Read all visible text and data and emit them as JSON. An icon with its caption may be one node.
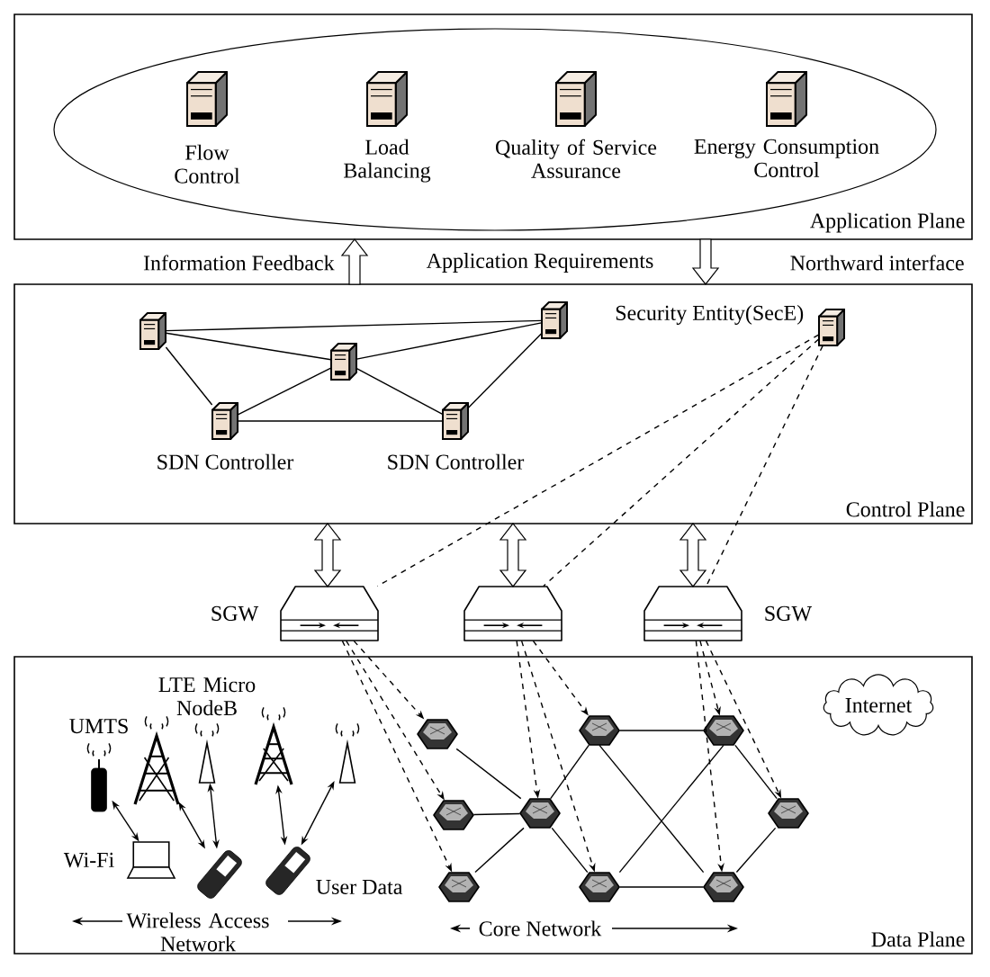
{
  "diagram": {
    "nodes": [
      {
        "text": [
          "Application Plane"
        ]
      },
      {
        "text": [],
        "shape": "ellipse",
        "in": 0
      },
      {
        "text": [
          "Flow Control"
        ],
        "in": 1
      },
      {
        "text": [
          "Load Balancing"
        ],
        "in": 1
      },
      {
        "text": [
          "Quality of Service Assurance"
        ],
        "in": 1
      },
      {
        "text": [
          "Energy Consumption Control"
        ],
        "in": 1
      },
      {
        "text": [
          "Control Plane"
        ]
      },
      {
        "text": [],
        "shape": "server",
        "in": 6
      },
      {
        "text": [],
        "shape": "server",
        "in": 6
      },
      {
        "text": [],
        "shape": "server",
        "in": 6
      },
      {
        "text": [
          "SDN Controller"
        ],
        "in": 6
      },
      {
        "text": [
          "SDN Controller"
        ],
        "in": 6
      },
      {
        "text": [
          "Security Entity(SecE)"
        ],
        "in": 6
      },
      {
        "text": [
          "SGW"
        ]
      },
      {
        "text": [],
        "shape": "gateway"
      },
      {
        "text": [
          "SGW"
        ]
      },
      {
        "text": [
          "Data Plane"
        ]
      },
      {
        "text": [
          "Internet"
        ],
        "in": 16
      },
      {
        "text": [
          "UMTS"
        ],
        "in": 16
      },
      {
        "text": [],
        "shape": "tower",
        "in": 16
      },
      {
        "text": [
          "LTE Micro NodeB"
        ],
        "in": 16
      },
      {
        "text": [],
        "shape": "tower",
        "in": 16
      },
      {
        "text": [],
        "shape": "antenna",
        "in": 16
      },
      {
        "text": [
          "Wi-Fi"
        ],
        "in": 16
      },
      {
        "text": [],
        "shape": "phone",
        "in": 16
      },
      {
        "text": [
          "User Data"
        ],
        "in": 16
      },
      {
        "text": [],
        "shape": "router",
        "in": 16
      },
      {
        "text": [],
        "shape": "router",
        "in": 16
      },
      {
        "text": [],
        "shape": "router",
        "in": 16
      },
      {
        "text": [],
        "shape": "router",
        "in": 16
      },
      {
        "text": [],
        "shape": "router",
        "in": 16
      },
      {
        "text": [],
        "shape": "router",
        "in": 16
      },
      {
        "text": [],
        "shape": "router",
        "in": 16
      },
      {
        "text": [],
        "shape": "router",
        "in": 16
      },
      {
        "text": [],
        "shape": "router",
        "in": 16
      }
    ],
    "edges": [
      {
        "from": 6,
        "to": 0,
        "arrow": "to",
        "label": "Information Feedback"
      },
      {
        "from": 0,
        "to": 6,
        "arrow": "to",
        "label": "Application Requirements"
      },
      {
        "from": 6,
        "to": 13,
        "arrow": "both"
      },
      {
        "from": 6,
        "to": 14,
        "arrow": "both"
      },
      {
        "from": 6,
        "to": 15,
        "arrow": "both"
      },
      {
        "from": 7,
        "to": 9,
        "arrow": "none"
      },
      {
        "from": 7,
        "to": 8,
        "arrow": "none"
      },
      {
        "from": 7,
        "to": 10,
        "arrow": "none"
      },
      {
        "from": 8,
        "to": 9,
        "arrow": "none"
      },
      {
        "from": 8,
        "to": 10,
        "arrow": "none"
      },
      {
        "from": 8,
        "to": 11,
        "arrow": "none"
      },
      {
        "from": 10,
        "to": 11,
        "arrow": "none"
      },
      {
        "from": 11,
        "to": 9,
        "arrow": "none"
      },
      {
        "from": 12,
        "to": 13,
        "arrow": "none",
        "style": "dashed"
      },
      {
        "from": 12,
        "to": 14,
        "arrow": "none",
        "style": "dashed"
      },
      {
        "from": 12,
        "to": 15,
        "arrow": "none",
        "style": "dashed"
      },
      {
        "from": 13,
        "to": 26,
        "arrow": "to",
        "style": "dashed"
      },
      {
        "from": 13,
        "to": 29,
        "arrow": "to",
        "style": "dashed"
      },
      {
        "from": 13,
        "to": 32,
        "arrow": "to",
        "style": "dashed"
      },
      {
        "from": 14,
        "to": 30,
        "arrow": "to",
        "style": "dashed"
      },
      {
        "from": 14,
        "to": 27,
        "arrow": "to",
        "style": "dashed"
      },
      {
        "from": 14,
        "to": 33,
        "arrow": "to",
        "style": "dashed"
      },
      {
        "from": 15,
        "to": 28,
        "arrow": "to",
        "style": "dashed"
      },
      {
        "from": 15,
        "to": 31,
        "arrow": "to",
        "style": "dashed"
      },
      {
        "from": 15,
        "to": 34,
        "arrow": "to",
        "style": "dashed"
      },
      {
        "from": 26,
        "to": 30,
        "arrow": "none"
      },
      {
        "from": 29,
        "to": 30,
        "arrow": "none"
      },
      {
        "from": 32,
        "to": 30,
        "arrow": "none"
      },
      {
        "from": 30,
        "to": 27,
        "arrow": "none"
      },
      {
        "from": 30,
        "to": 33,
        "arrow": "none"
      },
      {
        "from": 27,
        "to": 28,
        "arrow": "none"
      },
      {
        "from": 27,
        "to": 34,
        "arrow": "none"
      },
      {
        "from": 33,
        "to": 28,
        "arrow": "none"
      },
      {
        "from": 33,
        "to": 34,
        "arrow": "none"
      },
      {
        "from": 28,
        "to": 31,
        "arrow": "none"
      },
      {
        "from": 31,
        "to": 34,
        "arrow": "none"
      },
      {
        "from": 18,
        "to": 23,
        "arrow": "both"
      },
      {
        "from": 19,
        "to": 24,
        "arrow": "both"
      },
      {
        "from": 20,
        "to": 24,
        "arrow": "both"
      },
      {
        "from": 21,
        "to": 25,
        "arrow": "both"
      },
      {
        "from": 22,
        "to": 25,
        "arrow": "both"
      }
    ],
    "labels": [
      "Northward interface",
      "Wireless Access Network",
      "Core Network"
    ]
  }
}
